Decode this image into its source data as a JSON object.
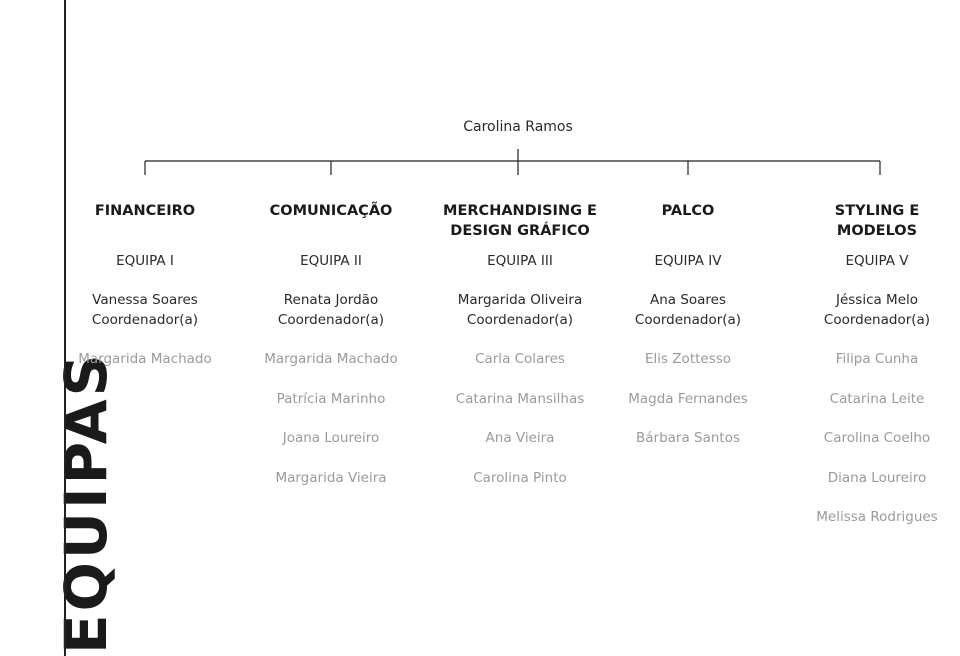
{
  "side_title": "EQUIPAS",
  "root": "Carolina Ramos",
  "columns": [
    {
      "department": "FINANCEIRO",
      "team": "EQUIPA I",
      "coordinator": "Vanessa Soares",
      "coordinator_role": "Coordenador(a)",
      "members": [
        "Margarida Machado"
      ]
    },
    {
      "department": "COMUNICAÇÃO",
      "team": "EQUIPA II",
      "coordinator": "Renata Jordão",
      "coordinator_role": "Coordenador(a)",
      "members": [
        "Margarida Machado",
        "Patrícia Marinho",
        "Joana Loureiro",
        "Margarida Vieira"
      ]
    },
    {
      "department": "MERCHANDISING E\nDESIGN GRÁFICO",
      "team": "EQUIPA III",
      "coordinator": "Margarida Oliveira",
      "coordinator_role": "Coordenador(a)",
      "members": [
        "Carla Colares",
        "Catarina Mansilhas",
        "Ana Vieira",
        "Carolina Pinto"
      ]
    },
    {
      "department": "PALCO",
      "team": "EQUIPA IV",
      "coordinator": "Ana Soares",
      "coordinator_role": "Coordenador(a)",
      "members": [
        "Elis Zottesso",
        "Magda Fernandes",
        "Bárbara Santos"
      ]
    },
    {
      "department": "STYLING E MODELOS",
      "team": "EQUIPA V",
      "coordinator": "Jéssica Melo",
      "coordinator_role": "Coordenador(a)",
      "members": [
        "Filipa Cunha",
        "Catarina Leite",
        "Carolina Coelho",
        "Diana Loureiro",
        "Melissa Rodrigues"
      ]
    }
  ],
  "colors": {
    "text": "#1e1e1e",
    "member_text": "#9a9a9a",
    "lines": "#222222"
  }
}
